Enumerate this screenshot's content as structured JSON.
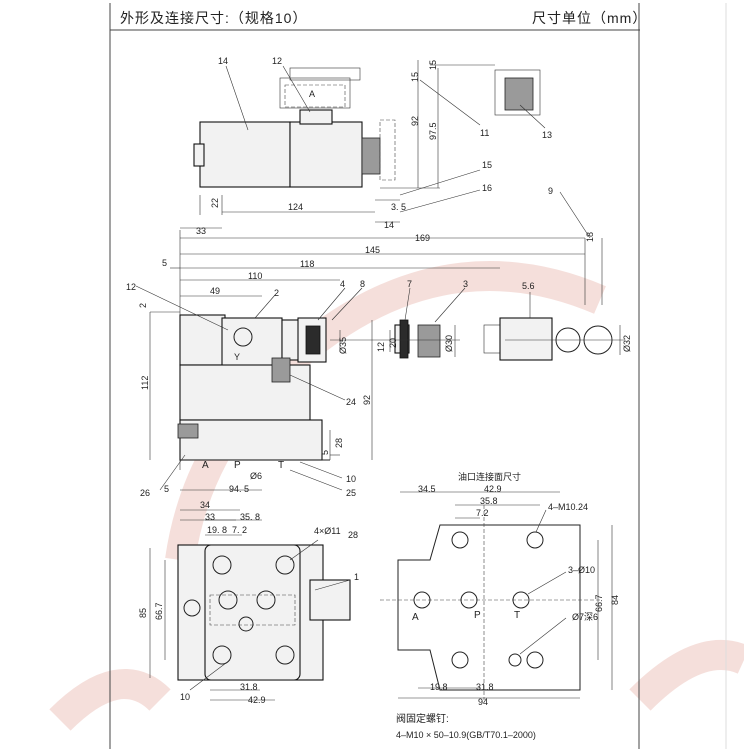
{
  "header": {
    "title": "外形及连接尺寸:（规格10）",
    "unit_label": "尺寸单位（mm）"
  },
  "colors": {
    "line": "#222222",
    "watermark": "#e8b8b0",
    "header_line": "#444444"
  },
  "top_view": {
    "callouts": [
      "14",
      "12",
      "11",
      "13",
      "15",
      "16"
    ],
    "port_label": "A",
    "dims": {
      "d92": "92",
      "d97_5": "97.5",
      "d15a": "15",
      "d15b": "15",
      "d22": "22",
      "d124": "124",
      "d3_5": "3. 5",
      "d14": "14"
    }
  },
  "front_view": {
    "callouts": {
      "c9": "9",
      "c12": "12",
      "c2": "2",
      "c4": "4",
      "c8": "8",
      "c7": "7",
      "c3": "3",
      "c5_6": "5.6",
      "c24": "24",
      "c26": "26",
      "c25": "25",
      "c10": "10"
    },
    "dims": {
      "d33": "33",
      "d169": "169",
      "d18": "18",
      "d5": "5",
      "d145": "145",
      "d118": "118",
      "d110": "110",
      "d49": "49",
      "d2": "2",
      "d112": "112",
      "d92": "92",
      "d12": "12",
      "d35": "Ø35",
      "d20": "20",
      "d30": "Ø30",
      "d32": "Ø32",
      "d28": "28",
      "d5b": "5",
      "d6": "Ø6",
      "d5c": "5",
      "d94_5": "94. 5"
    },
    "port_labels": {
      "a": "A",
      "p": "P",
      "t": "T",
      "y": "Y"
    }
  },
  "bottom_view": {
    "callouts": {
      "c28": "28",
      "c1": "1",
      "c10": "10"
    },
    "dims": {
      "d34": "34",
      "d33": "33",
      "d35_8": "35. 8",
      "d19_8": "19. 8",
      "d7_2": "7. 2",
      "d4x11": "4×Ø11",
      "d85": "85",
      "d66_7": "66.7",
      "d31_8": "31.8",
      "d42_9": "42.9"
    }
  },
  "interface": {
    "title": "油口连接面尺寸",
    "dims": {
      "d34_5": "34.5",
      "d42_9": "42.9",
      "d35_8": "35.8",
      "d7_2": "7.2",
      "m10": "4–M10.24",
      "d3_10": "3–Ø10",
      "d7_6": "Ø7深6",
      "d66_7": "66.7",
      "d84": "84",
      "d19_8": "19.8",
      "d31_8": "31.8",
      "d94": "94"
    },
    "ports": {
      "a": "A",
      "p": "P",
      "t": "T"
    }
  },
  "footer": {
    "screw_title": "阀固定螺钉:",
    "screw_spec": "4–M10 × 50–10.9(GB/T70.1–2000)"
  }
}
